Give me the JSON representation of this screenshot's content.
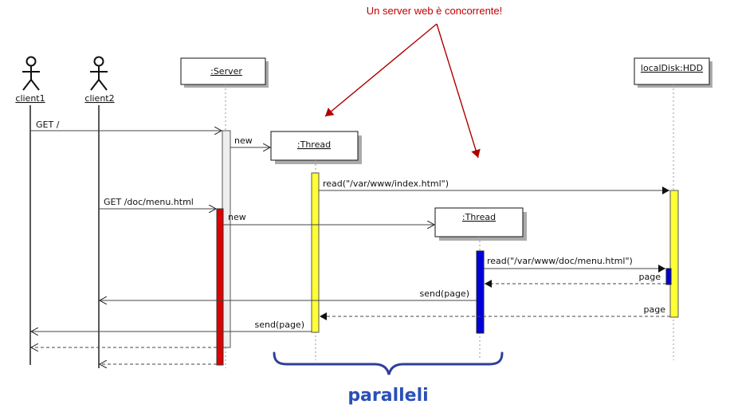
{
  "annotation": {
    "text": "Un server web è concorrente!",
    "color": "#c00000"
  },
  "bracket": {
    "text": "paralleli",
    "color": "#2a4fb8",
    "bracket_color": "#2e3e99"
  },
  "actors": [
    {
      "label": "client1"
    },
    {
      "label": "client2"
    }
  ],
  "objects": {
    "server": ":Server",
    "thread1": ":Thread",
    "thread2": ":Thread",
    "disk": "localDisk:HDD"
  },
  "messages": {
    "get_root": "GET /",
    "new1": "new",
    "read1": "read(\"/var/www/index.html\")",
    "get_menu": "GET /doc/menu.html",
    "new2": "new",
    "read2": "read(\"/var/www/doc/menu.html\")",
    "page2": "page",
    "send2": "send(page)",
    "page1": "page",
    "send1": "send(page)"
  },
  "colors": {
    "thread1_activation": "#ffff33",
    "thread2_activation": "#0000dd",
    "server_activation_request2": "#dd0000",
    "server_activation_request1": "#eeeeee",
    "disk_activation": "#ffff33",
    "disk_activation_inner": "#0000dd"
  }
}
